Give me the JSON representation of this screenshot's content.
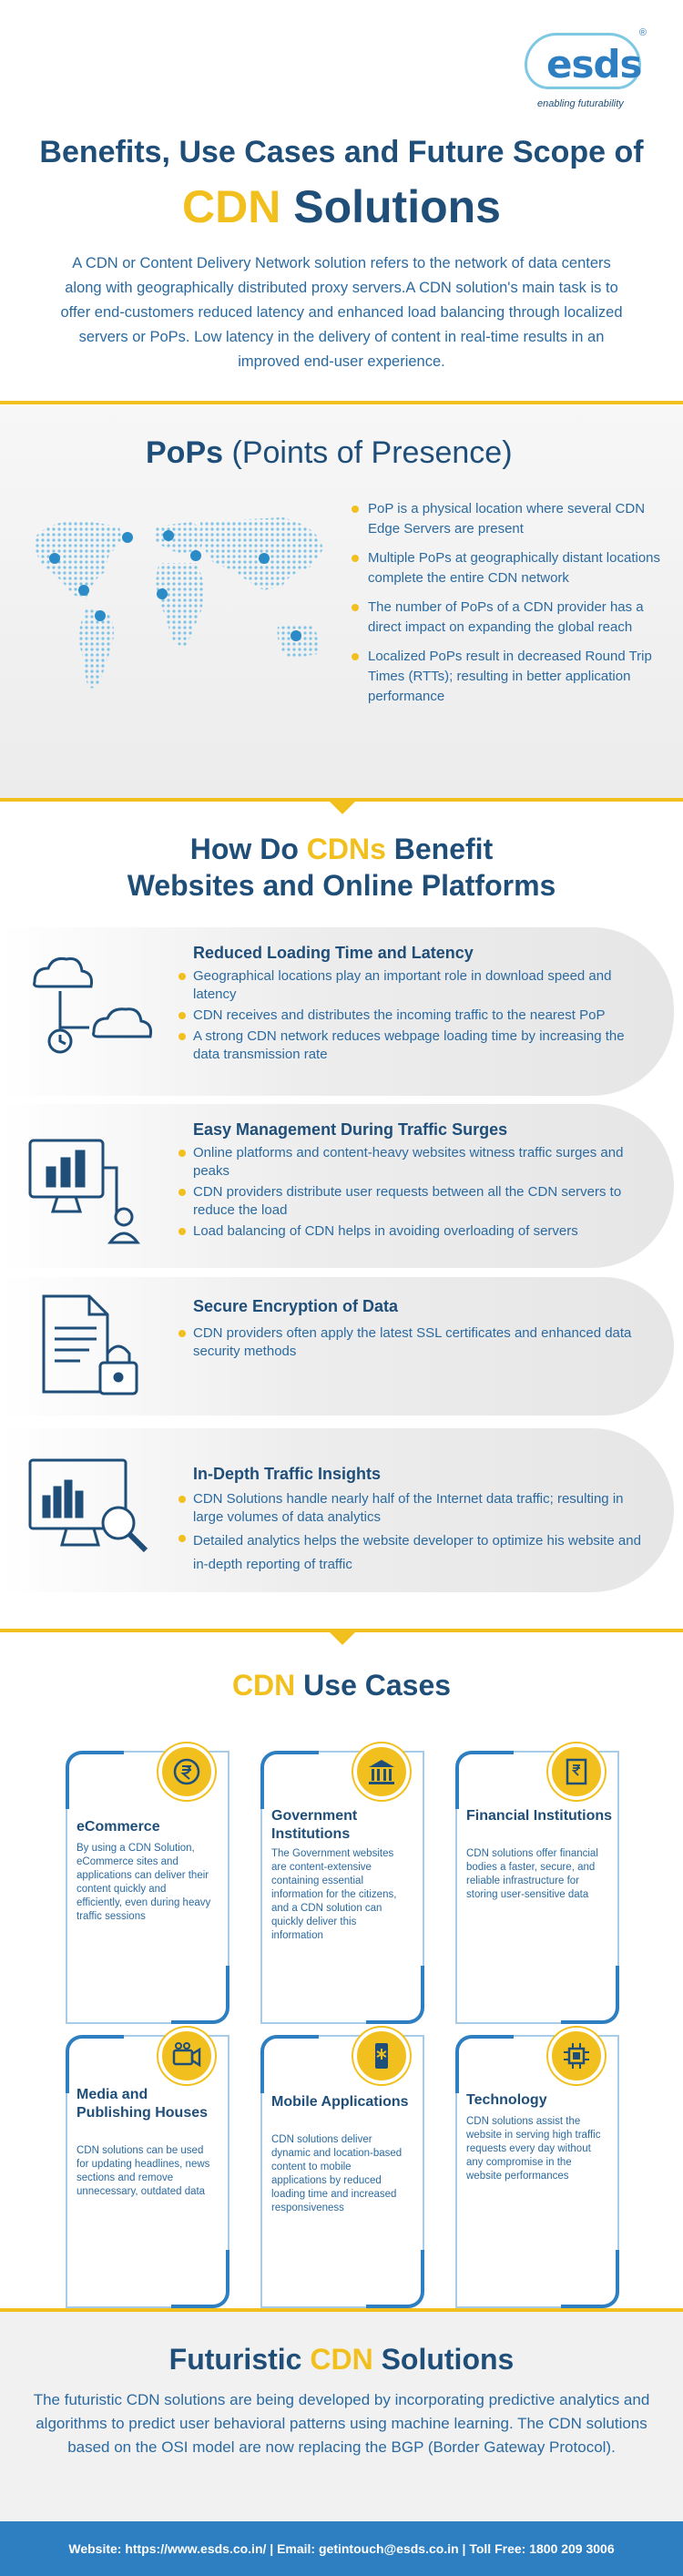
{
  "brand": {
    "name": "esds",
    "tagline": "enabling futurability",
    "reg_mark": "®"
  },
  "header": {
    "title_line1": "Benefits, Use Cases and Future Scope of",
    "title_line2_accent": "CDN",
    "title_line2_rest": " Solutions",
    "intro": "A CDN or Content Delivery Network solution refers to the network of data centers along with geographically distributed proxy servers.A CDN solution's main task is to offer end-customers reduced latency and enhanced load balancing through localized servers or PoPs. Low latency in the delivery of content in real-time results in an improved end-user experience."
  },
  "pops": {
    "title_bold": "PoPs",
    "title_light": " (Points of Presence)",
    "bullets": [
      "PoP is a physical location where several CDN Edge Servers are present",
      "Multiple PoPs at geographically distant locations complete the entire CDN network",
      "The number of PoPs of a CDN provider has a direct impact on expanding the global reach",
      "Localized PoPs result in decreased Round Trip Times (RTTs); resulting in better application performance"
    ]
  },
  "benefits": {
    "title_line1_pre": "How Do ",
    "title_line1_accent": "CDNs",
    "title_line1_post": " Benefit",
    "title_line2": "Websites and Online Platforms",
    "items": [
      {
        "heading": "Reduced Loading Time and Latency",
        "points": [
          "Geographical locations play an important role in download speed and latency",
          "CDN receives and distributes the incoming traffic to the nearest PoP",
          "A strong CDN network reduces webpage loading time by increasing the data transmission rate"
        ]
      },
      {
        "heading": "Easy Management During Traffic Surges",
        "points": [
          "Online platforms and content-heavy websites witness traffic surges and peaks",
          "CDN providers distribute user requests between all the CDN servers to reduce the load",
          "Load balancing of CDN helps in avoiding overloading of servers"
        ]
      },
      {
        "heading": "Secure Encryption of Data",
        "points": [
          "CDN providers often apply the latest SSL certificates and enhanced data security methods"
        ]
      },
      {
        "heading": "In-Depth Traffic Insights",
        "points": [
          "CDN Solutions handle nearly half of the Internet data traffic; resulting in large volumes of data analytics",
          "Detailed analytics helps the website developer to optimize his website and in-depth reporting of traffic"
        ]
      }
    ]
  },
  "use_cases": {
    "title_accent": "CDN",
    "title_rest": " Use Cases",
    "cards": [
      {
        "heading": "eCommerce",
        "body": "By using a CDN Solution, eCommerce sites and applications can deliver their content quickly and efficiently, even during heavy traffic sessions",
        "icon": "rupee-icon"
      },
      {
        "heading": "Government Institutions",
        "body": "The Government websites are content-extensive containing essential information for the citizens, and a CDN solution can quickly deliver this information",
        "icon": "government-building-icon"
      },
      {
        "heading": "Financial Institutions",
        "body": "CDN solutions offer financial bodies a faster, secure, and reliable infrastructure for storing user-sensitive data",
        "icon": "bank-icon"
      },
      {
        "heading": "Media and Publishing Houses",
        "body": "CDN solutions can be used for updating headlines, news sections and remove unnecessary, outdated data",
        "icon": "video-camera-icon"
      },
      {
        "heading": "Mobile Applications",
        "body": "CDN solutions deliver dynamic and location-based content to mobile applications by reduced loading time and increased responsiveness",
        "icon": "mobile-phone-icon"
      },
      {
        "heading": "Technology",
        "body": "CDN solutions assist the website in serving high traffic requests every day without any compromise in the website performances",
        "icon": "chip-icon"
      }
    ]
  },
  "futuristic": {
    "title_pre": "Futuristic ",
    "title_accent": "CDN",
    "title_post": " Solutions",
    "body": "The futuristic CDN solutions are being developed by incorporating predictive analytics and algorithms to predict user behavioral patterns using machine learning. The CDN solutions based on the OSI model are now replacing the BGP (Border Gateway Protocol)."
  },
  "footer": {
    "text": "Website: https://www.esds.co.in/ | Email: getintouch@esds.co.in | Toll Free: 1800 209 3006"
  },
  "colors": {
    "navy": "#1f4e79",
    "gold": "#f2c01e",
    "blue": "#2e7fc1"
  }
}
